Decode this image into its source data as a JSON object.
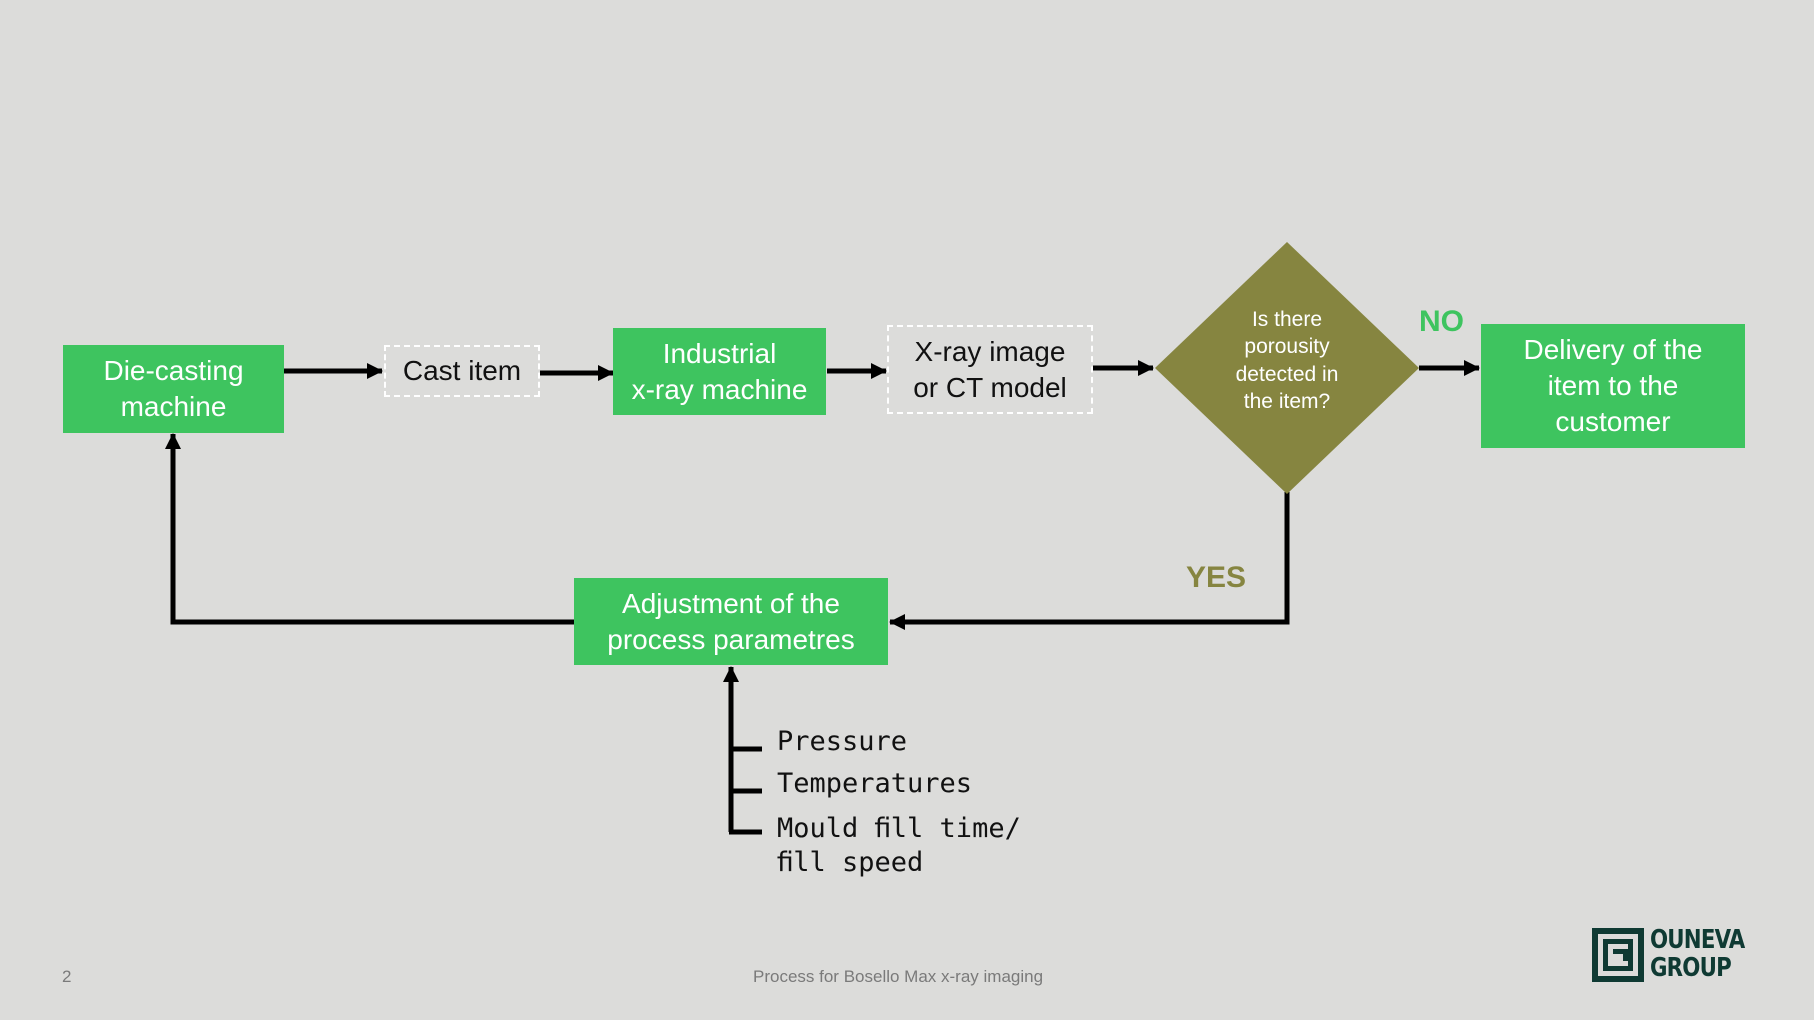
{
  "nodes": {
    "die_casting": "Die-casting\nmachine",
    "cast_item": "Cast item",
    "xray_machine": "Industrial\nx-ray machine",
    "xray_image": "X-ray image\nor CT model",
    "decision": "Is there\nporousity\ndetected in\nthe item?",
    "delivery": "Delivery of the\nitem to the\ncustomer",
    "adjustment": "Adjustment of the\nprocess parametres"
  },
  "branches": {
    "no": "NO",
    "yes": "YES"
  },
  "parameters": [
    "Pressure",
    "Temperatures",
    "Mould ﬁll time/\nﬁll speed"
  ],
  "footer": {
    "page_number": "2",
    "caption": "Process for Bosello Max x-ray imaging",
    "logo_text_line1": "OUNEVA",
    "logo_text_line2": "GROUP"
  },
  "colors": {
    "green": "#3ec45f",
    "olive": "#868540",
    "background": "#dcdcda",
    "logo": "#0f3a33"
  }
}
